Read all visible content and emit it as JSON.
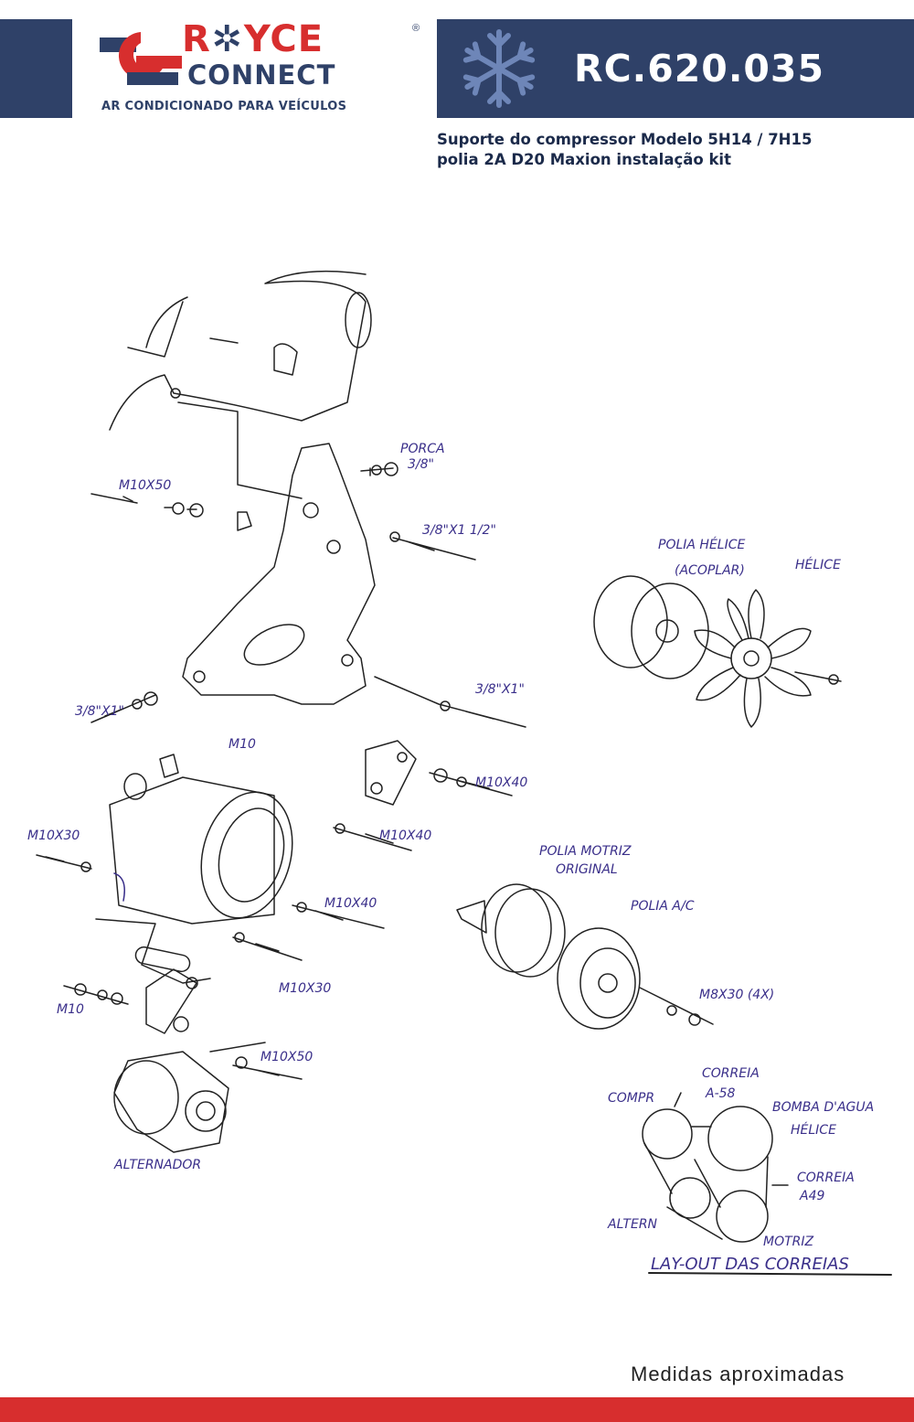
{
  "brand": {
    "name_part1": "R",
    "name_part2": "YCE",
    "name_line2": "CONNECT",
    "registered_mark": "®",
    "tagline": "AR CONDICIONADO PARA VEÍCULOS",
    "colors": {
      "navy": "#2f4168",
      "red": "#d72e2e"
    }
  },
  "product": {
    "code": "RC.620.035",
    "icon": "snowflake-icon",
    "description_line1": "Suporte do compressor Modelo 5H14 / 7H15",
    "description_line2": "polia 2A D20 Maxion instalação kit"
  },
  "diagram": {
    "labels": {
      "porca": "PORCA",
      "porca_size": "3/8\"",
      "m10x50_top": "M10X50",
      "bolt_3_8x1_1_2": "3/8\"X1 1/2\"",
      "bolt_3_8x1_left": "3/8\"X1\"",
      "bolt_3_8x1_right": "3/8\"X1\"",
      "m10_nut": "M10",
      "m10x40_a": "M10X40",
      "m10x40_b": "M10X40",
      "m10x30_left": "M10X30",
      "m10x40_c": "M10X40",
      "m10x30_bottom": "M10X30",
      "m10_bottom": "M10",
      "m10x50_bottom": "M10X50",
      "alternador": "ALTERNADOR",
      "polia_helice": "POLIA HÉLICE",
      "acoplar": "(ACOPLAR)",
      "helice": "HÉLICE",
      "polia_motriz": "POLIA MOTRIZ",
      "original": "ORIGINAL",
      "polia_ac": "POLIA A/C",
      "m8x30": "M8X30 (4X)",
      "compr": "COMPR",
      "correia_top": "CORREIA",
      "correia_top_size": "A-58",
      "bomba_dagua": "BOMBA D'AGUA",
      "helice_layout": "HÉLICE",
      "correia_right": "CORREIA",
      "correia_right_size": "A49",
      "altern": "ALTERN",
      "motriz": "MOTRIZ",
      "layout_title": "LAY-OUT DAS CORREIAS"
    }
  },
  "footer": {
    "note": "Medidas aproximadas"
  }
}
